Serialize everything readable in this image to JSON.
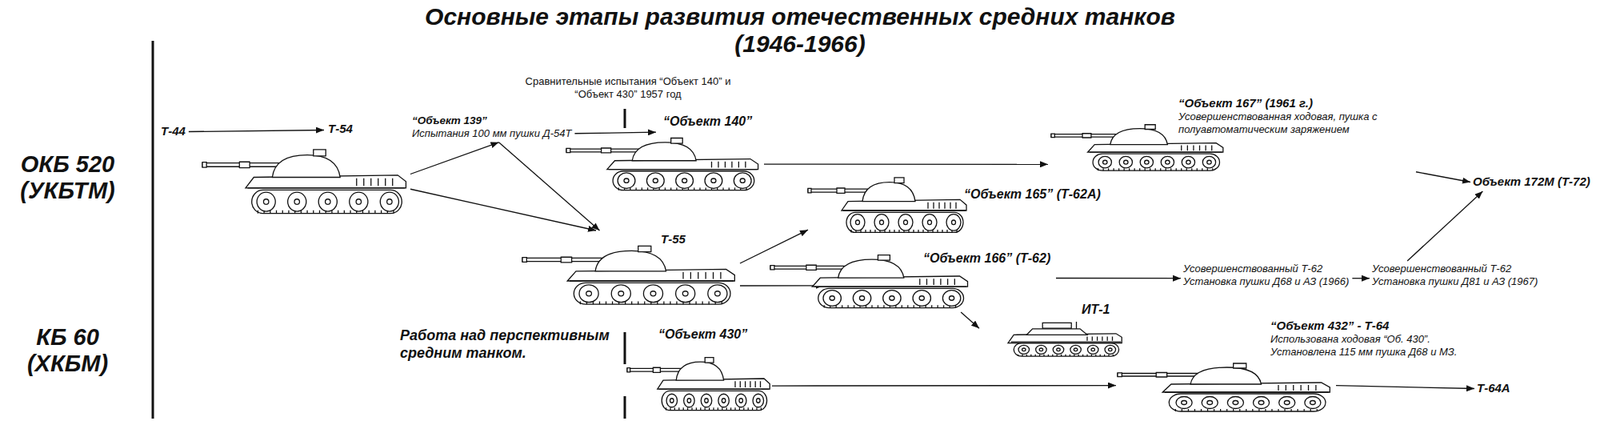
{
  "diagram": {
    "title": "Основные этапы развития отечественных средних танков (1946-1966)",
    "nodes": [
      {
        "text": [
          "Т-44"
        ]
      },
      {
        "text": [
          "Т-54"
        ]
      },
      {
        "text": [
          "“Объект 139”",
          "Испытания 100 мм пушки Д-54Т"
        ]
      },
      {
        "text": [
          "“Объект 140”"
        ]
      },
      {
        "text": [
          "Т-55"
        ]
      },
      {
        "text": [
          "“Объект 430”"
        ]
      },
      {
        "text": [
          "“Объект 165” (Т-62А)"
        ]
      },
      {
        "text": [
          "“Объект 166” (Т-62)"
        ]
      },
      {
        "text": [
          "ИТ-1"
        ]
      },
      {
        "text": [
          "“Объект 167” (1961 г.)",
          "Усовершенствованная ходовая, пушка с полуавтоматическим заряжением"
        ]
      },
      {
        "text": [
          "Усовершенствованный Т-62",
          "Установка пушки Д68 и АЗ (1966)"
        ]
      },
      {
        "text": [
          "Усовершенствованный Т-62",
          "Установка пушки Д81 и АЗ (1967)"
        ]
      },
      {
        "text": [
          "Объект 172М (Т-72)"
        ]
      },
      {
        "text": [
          "“Объект 432” - Т-64",
          "Использована ходовая “Об. 430”. Установлена 115 мм пушка Д68 и МЗ."
        ]
      },
      {
        "text": [
          "Т-64А"
        ]
      }
    ],
    "edges": [
      {
        "from": 0,
        "to": 1,
        "arrow": "to"
      },
      {
        "from": 1,
        "to": 2,
        "arrow": "to"
      },
      {
        "from": 1,
        "to": 4,
        "arrow": "to"
      },
      {
        "from": 2,
        "to": 4,
        "arrow": "to"
      },
      {
        "from": 2,
        "to": 3,
        "arrow": "to"
      },
      {
        "from": 3,
        "to": 9,
        "arrow": "to"
      },
      {
        "from": 4,
        "to": 6,
        "arrow": "to"
      },
      {
        "from": 4,
        "to": 7,
        "arrow": "to"
      },
      {
        "from": 7,
        "to": 8,
        "arrow": "to"
      },
      {
        "from": 7,
        "to": 10,
        "arrow": "to"
      },
      {
        "from": 10,
        "to": 11,
        "arrow": "to"
      },
      {
        "from": 9,
        "to": 12,
        "arrow": "to"
      },
      {
        "from": 11,
        "to": 12,
        "arrow": "to"
      },
      {
        "from": 5,
        "to": 13,
        "arrow": "to"
      },
      {
        "from": 13,
        "to": 14,
        "arrow": "to"
      }
    ],
    "labels": [
      "ОКБ 520 (УКБТМ)",
      "КБ 60 (ХКБМ)",
      "Сравнительные испытания “Объект 140” и “Объект 430” 1957 год",
      "Работа над перспективным средним танком."
    ]
  }
}
